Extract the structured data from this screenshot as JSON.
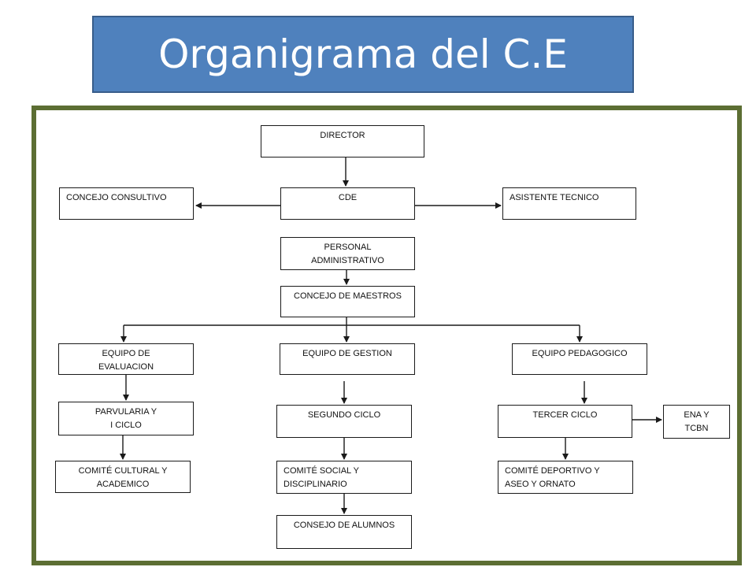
{
  "title": "Organigrama del C.E",
  "colors": {
    "title_bg": "#4f81bd",
    "frame_border": "#5c6e33",
    "line": "#1a1a1a"
  },
  "nodes": {
    "director": "DIRECTOR",
    "cde": "CDE",
    "concejo_consultivo": "CONCEJO CONSULTIVO",
    "asistente_tecnico": "ASISTENTE TECNICO",
    "personal_administrativo": "PERSONAL\nADMINISTRATIVO",
    "concejo_de_maestros": "CONCEJO DE MAESTROS",
    "equipo_de_evaluacion": "EQUIPO DE\nEVALUACION",
    "equipo_de_gestion": "EQUIPO DE GESTION",
    "equipo_pedagogico": "EQUIPO PEDAGOGICO",
    "parvularia_y_i_ciclo": "PARVULARIA Y\nI CICLO",
    "segundo_ciclo": "SEGUNDO CICLO",
    "tercer_ciclo": "TERCER CICLO",
    "ena_y_tcbn": "ENA Y\nTCBN",
    "comite_cultural_y_academico": "COMITÉ CULTURAL Y\nACADEMICO",
    "comite_social_y_disciplinario": "COMITÉ SOCIAL Y\nDISCIPLINARIO",
    "comite_deportivo_y_aseo_y_ornato": "COMITÉ DEPORTIVO Y\nASEO Y ORNATO",
    "consejo_de_alumnos": "CONSEJO DE ALUMNOS"
  },
  "edges": [
    [
      "director",
      "cde"
    ],
    [
      "cde",
      "concejo_consultivo"
    ],
    [
      "cde",
      "asistente_tecnico"
    ],
    [
      "personal_administrativo",
      "concejo_de_maestros"
    ],
    [
      "concejo_de_maestros",
      "equipo_de_evaluacion"
    ],
    [
      "concejo_de_maestros",
      "equipo_de_gestion"
    ],
    [
      "concejo_de_maestros",
      "equipo_pedagogico"
    ],
    [
      "equipo_de_evaluacion",
      "parvularia_y_i_ciclo"
    ],
    [
      "equipo_de_gestion",
      "segundo_ciclo"
    ],
    [
      "equipo_pedagogico",
      "tercer_ciclo"
    ],
    [
      "tercer_ciclo",
      "ena_y_tcbn"
    ],
    [
      "parvularia_y_i_ciclo",
      "comite_cultural_y_academico"
    ],
    [
      "segundo_ciclo",
      "comite_social_y_disciplinario"
    ],
    [
      "tercer_ciclo",
      "comite_deportivo_y_aseo_y_ornato"
    ],
    [
      "comite_social_y_disciplinario",
      "consejo_de_alumnos"
    ]
  ]
}
